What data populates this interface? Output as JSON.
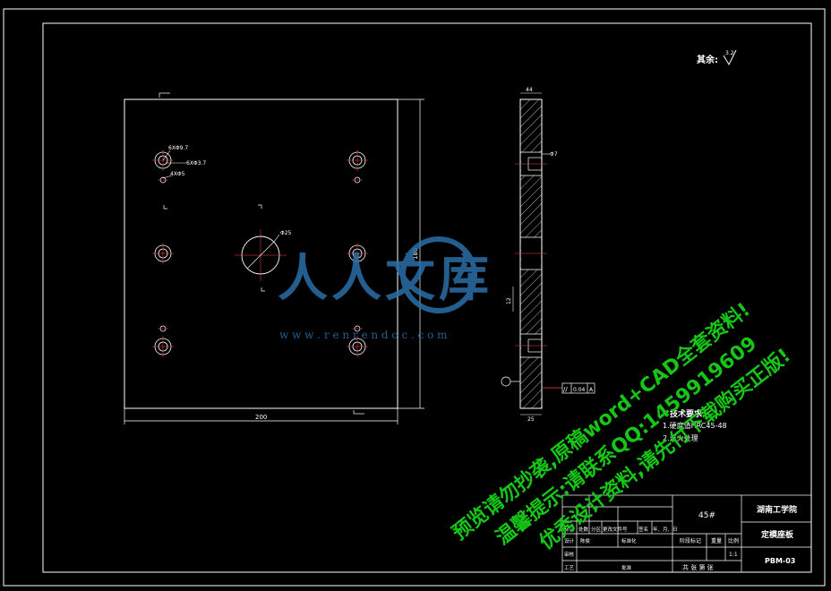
{
  "colors": {
    "background": "#000000",
    "line": "#ffffff",
    "center_line": "#ff4444",
    "hidden_line": "#ffff66",
    "watermark": "#2a6fa8",
    "overlay_text": "#16c616"
  },
  "roughness": {
    "label": "其余:",
    "value": "3.2"
  },
  "front_view": {
    "dim_width": "200",
    "dim_height": "180",
    "hole_label_1": "6XΦ9.7",
    "hole_label_2": "6XΦ3.7",
    "hole_label_3": "4XΦ5",
    "center_hole": "Φ25"
  },
  "side_view": {
    "dim_top": "44",
    "dim_hole": "Φ7",
    "dim_mid": "12",
    "dim_bottom": "25",
    "tolerance_symbol": "//",
    "tolerance_value": "0.04",
    "datum": "A"
  },
  "tech_requirements": {
    "title": "技术要求:",
    "item1": "1.硬度值HRC45-48",
    "item2": "2.淬火处理"
  },
  "title_block": {
    "material": "45#",
    "school": "湖南工学院",
    "part_name": "定模座板",
    "drawing_no": "PBM-03",
    "scale": "1:1",
    "weight_label": "重量",
    "scale_label": "比例",
    "stage_label": "阶段标记",
    "sheet_label": "共 张 第 张",
    "row_mark": "标记",
    "row_count": "处数",
    "row_zone": "分区",
    "row_doc": "更改文件号",
    "row_sign": "签名",
    "row_date": "年、月、日",
    "row_design": "设计",
    "row_designer": "陈俊",
    "row_std": "标准化",
    "row_check": "审核",
    "row_craft": "工艺",
    "row_approve": "批准"
  },
  "watermark": {
    "name": "人人文库",
    "url": "w w w . r e n r e n d o c . c o m"
  },
  "overlay": {
    "line1": "预览请勿抄袭,原稿word+CAD全套资料!",
    "line2": "温馨提示:请联系QQ:1459919609",
    "line3": "优秀设计资料,请先付下载购买正版!"
  }
}
